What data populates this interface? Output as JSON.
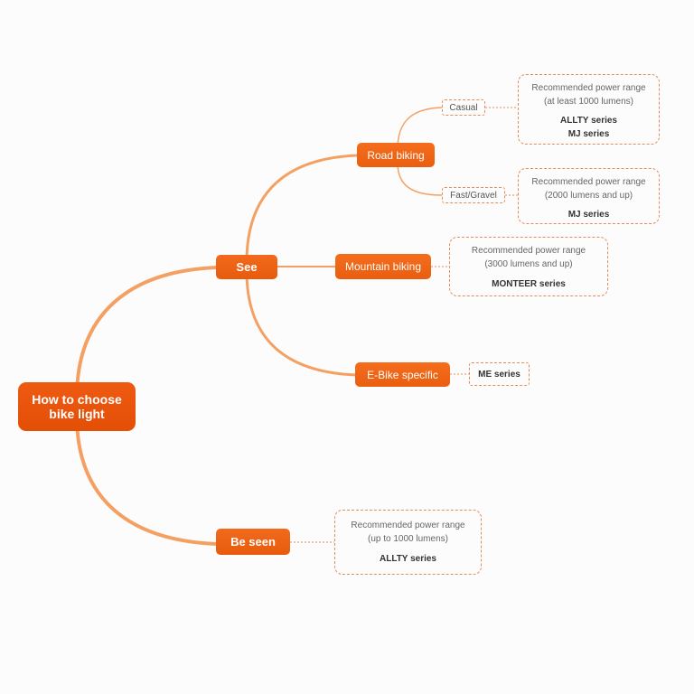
{
  "root": {
    "line1": "How to choose",
    "line2": "bike light"
  },
  "branches": {
    "see": "See",
    "be_seen": "Be seen"
  },
  "see_children": {
    "road_biking": "Road biking",
    "mountain_biking": "Mountain biking",
    "ebike": "E-Bike specific"
  },
  "road_children": {
    "casual": "Casual",
    "fast_gravel": "Fast/Gravel"
  },
  "notes": {
    "casual": {
      "line1": "Recommended power range",
      "line2": "(at least 1000 lumens)",
      "series1": "ALLTY series",
      "series2": "MJ series"
    },
    "fast_gravel": {
      "line1": "Recommended power range",
      "line2": "(2000 lumens and up)",
      "series1": "MJ series"
    },
    "mountain": {
      "line1": "Recommended power range",
      "line2": "(3000 lumens and up)",
      "series1": "MONTEER series"
    },
    "ebike": {
      "series1": "ME series"
    },
    "be_seen": {
      "line1": "Recommended power range",
      "line2": "(up to 1000 lumens)",
      "series1": "ALLTY series"
    }
  },
  "colors": {
    "accent": "#ea5b0c",
    "link": "#f5a063",
    "dash": "#e58d5a"
  }
}
